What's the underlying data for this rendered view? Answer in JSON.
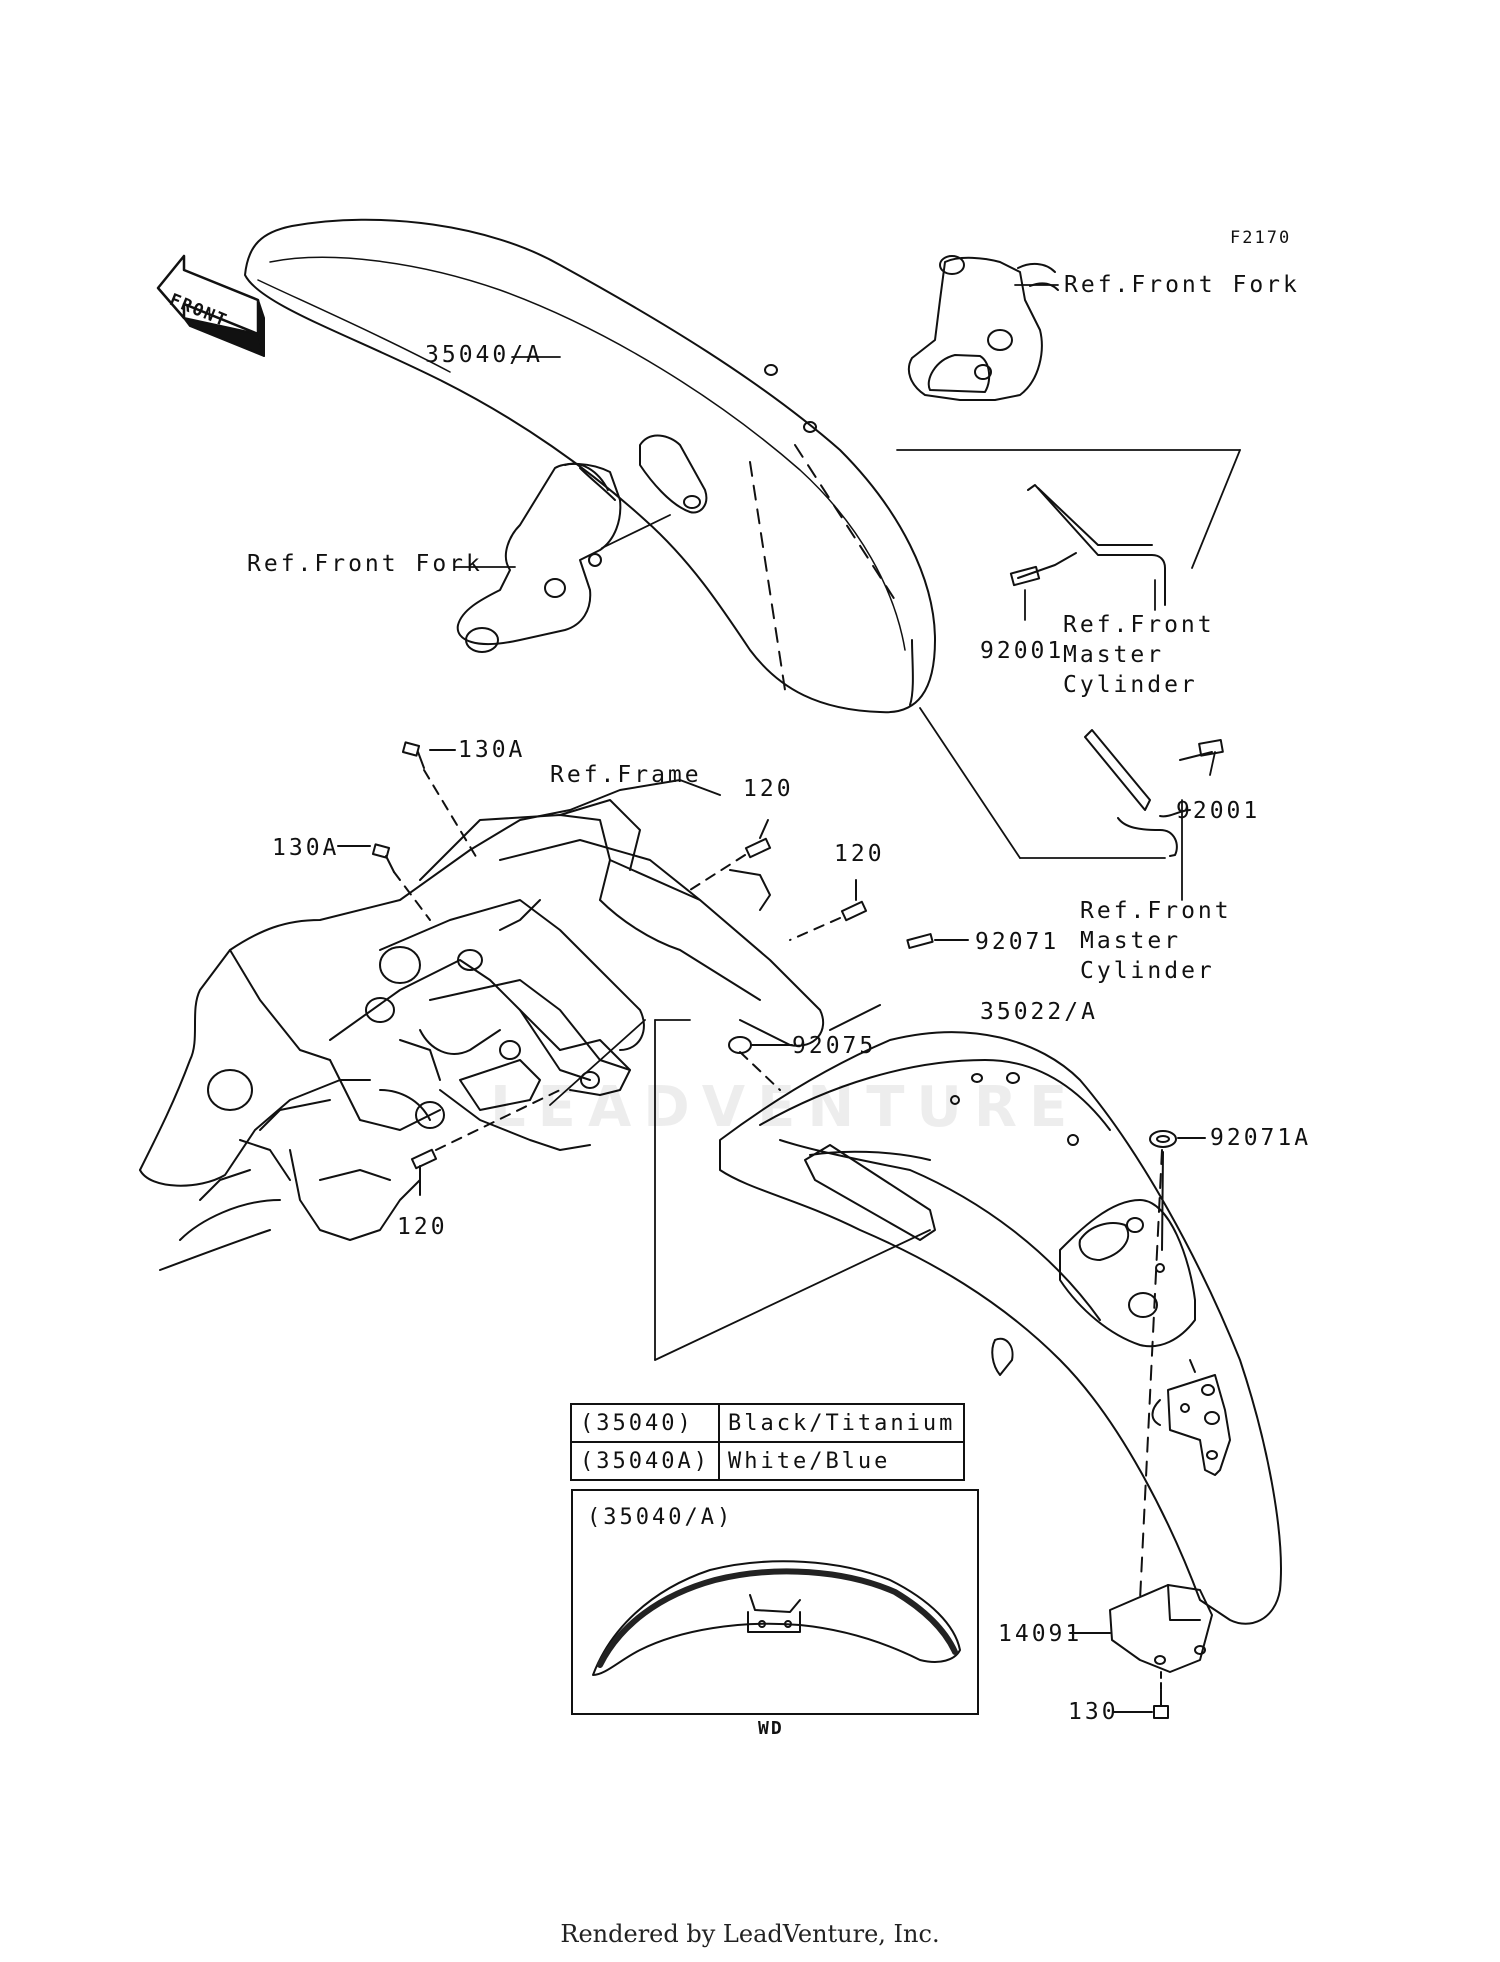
{
  "figure_code": "F2170",
  "front_arrow_label": "FRONT",
  "watermark": "LEADVENTURE",
  "footer": "Rendered by LeadVenture, Inc.",
  "part_labels": {
    "p35040A": "35040/A",
    "p92001_upper": "92001",
    "p92001_lower": "92001",
    "p130A_upper": "130A",
    "p130A_left": "130A",
    "p120_a": "120",
    "p120_b": "120",
    "p120_c": "120",
    "p92071": "92071",
    "p92075": "92075",
    "p35022A": "35022/A",
    "p92071A": "92071A",
    "p14091": "14091",
    "p130": "130"
  },
  "references": {
    "front_fork_right": "Ref.Front Fork",
    "front_fork_left": "Ref.Front Fork",
    "master_cyl_upper": "Ref.Front\nMaster\nCylinder",
    "master_cyl_lower": "Ref.Front\nMaster\nCylinder",
    "frame": "Ref.Frame"
  },
  "color_table": [
    {
      "code": "(35040)",
      "color": "Black/Titanium"
    },
    {
      "code": "(35040A)",
      "color": "White/Blue"
    }
  ],
  "inset": {
    "title": "(35040/A)",
    "caption": "WD"
  }
}
